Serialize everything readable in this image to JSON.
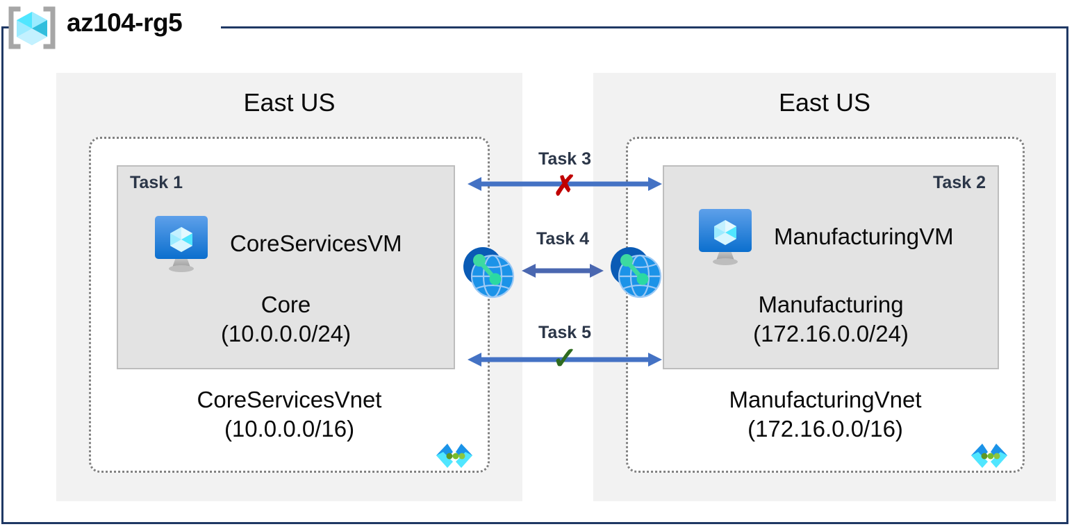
{
  "diagram": {
    "type": "azure-architecture",
    "resource_group": {
      "name": "az104-rg5",
      "icon": "azure-resource-group-icon"
    },
    "regions": [
      {
        "id": "left",
        "label": "East US"
      },
      {
        "id": "right",
        "label": "East US"
      }
    ],
    "vnets": [
      {
        "id": "core",
        "name": "CoreServicesVnet",
        "cidr": "(10.0.0.0/16)",
        "icon": "virtual-network-icon",
        "subnet": {
          "task": "Task 1",
          "name": "Core",
          "cidr": "(10.0.0.0/24)",
          "vm": {
            "name": "CoreServicesVM",
            "icon": "virtual-machine-icon"
          }
        }
      },
      {
        "id": "manufacturing",
        "name": "ManufacturingVnet",
        "cidr": "(172.16.0.0/16)",
        "icon": "virtual-network-icon",
        "subnet": {
          "task": "Task 2",
          "name": "Manufacturing",
          "cidr": "(172.16.0.0/24)",
          "vm": {
            "name": "ManufacturingVM",
            "icon": "virtual-machine-icon"
          }
        }
      }
    ],
    "connections": [
      {
        "id": "task3",
        "label": "Task 3",
        "mark": "✗",
        "mark_type": "cross",
        "style": "double-arrow"
      },
      {
        "id": "task4",
        "label": "Task 4",
        "mark": "",
        "mark_type": "none",
        "style": "double-arrow-peering"
      },
      {
        "id": "task5",
        "label": "Task 5",
        "mark": "✓",
        "mark_type": "checkmark",
        "style": "double-arrow"
      }
    ],
    "colors": {
      "frame_border": "#1F3864",
      "region_fill": "#F2F2F2",
      "subnet_fill": "#E3E3E3",
      "vnet_border": "#808080",
      "arrow": "#4472C4",
      "cross": "#C00000",
      "check": "#2E6B1F",
      "task_text": "#2B3648"
    }
  }
}
